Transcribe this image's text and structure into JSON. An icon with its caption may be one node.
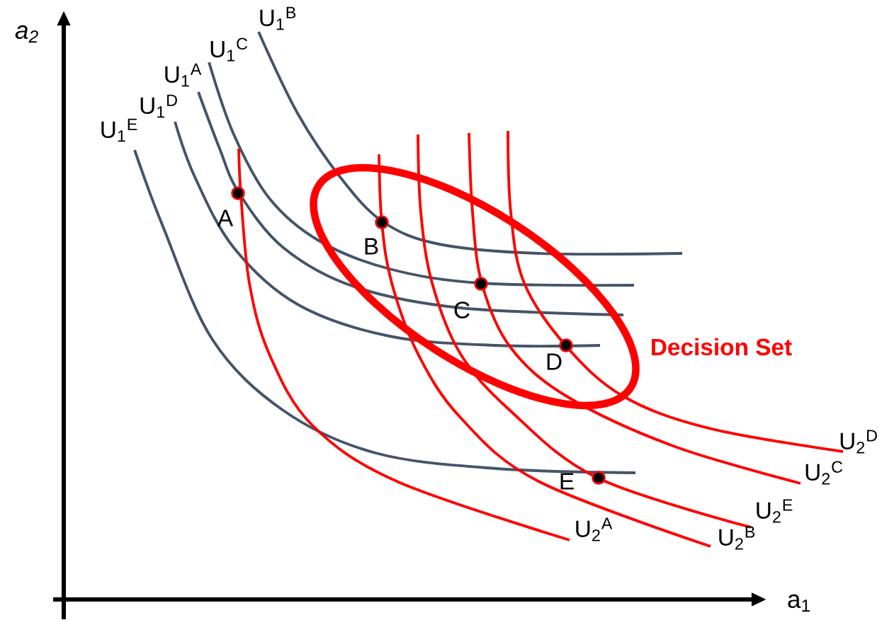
{
  "diagram": {
    "labels": [
      "a$_{2}$",
      "U$_{1}$$^{B}$",
      "U$_{1}$$^{C}$",
      "U$_{1}$$^{A}$",
      "U$_{1}$$^{D}$",
      "U$_{1}$$^{E}$",
      "A",
      "B",
      "C",
      "Decision Set",
      "D",
      "E",
      "U$_{2}$$^{D}$",
      "U$_{2}$$^{C}$",
      "U$_{2}$$^{E}$",
      "U$_{2}$$^{A}$",
      "U$_{2}$$^{B}$",
      "a$_{1}$"
    ]
  }
}
